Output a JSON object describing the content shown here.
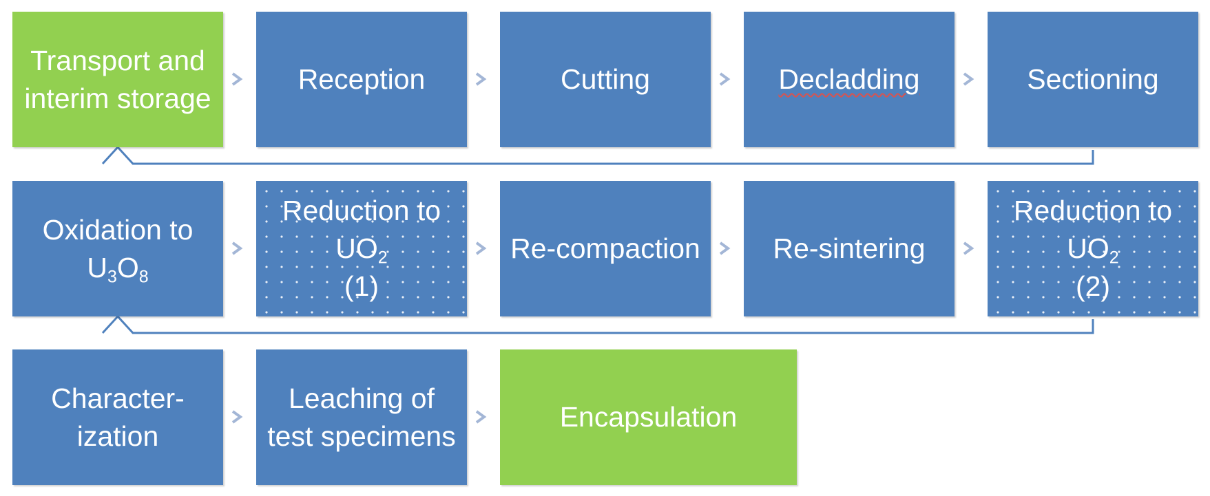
{
  "diagram": {
    "rows": [
      {
        "steps": [
          {
            "label": "Transport and interim storage",
            "fill": "#92d050"
          },
          {
            "label": "Reception",
            "fill": "#4f81bd"
          },
          {
            "label": "Cutting",
            "fill": "#4f81bd"
          },
          {
            "label": "Decladding",
            "fill": "#4f81bd"
          },
          {
            "label": "Sectioning",
            "fill": "#4f81bd"
          }
        ]
      },
      {
        "steps": [
          {
            "label_lead": "Oxidation to",
            "label_sym": "U",
            "label_sub1": "3",
            "label_mid": "O",
            "label_sub2": "8",
            "fill": "#4f81bd"
          },
          {
            "label_lead": "Reduction to",
            "label_sym": "UO",
            "label_sub": "2",
            "label_tail": "(1)",
            "fill": "#4f81bd",
            "pattern": "dotted"
          },
          {
            "label": "Re-compaction",
            "fill": "#4f81bd"
          },
          {
            "label": "Re-sintering",
            "fill": "#4f81bd"
          },
          {
            "label_lead": "Reduction to",
            "label_sym": "UO",
            "label_sub": "2",
            "label_tail": "(2)",
            "fill": "#4f81bd",
            "pattern": "dotted"
          }
        ]
      },
      {
        "steps": [
          {
            "label": "Character-ization",
            "fill": "#4f81bd"
          },
          {
            "label": "Leaching of test specimens",
            "fill": "#4f81bd"
          },
          {
            "label": "Encapsulation",
            "fill": "#92d050"
          }
        ]
      }
    ],
    "colors": {
      "process": "#4f81bd",
      "endpoint": "#92d050",
      "arrow": "#a3b6d6",
      "connector": "#4f81bd"
    }
  }
}
